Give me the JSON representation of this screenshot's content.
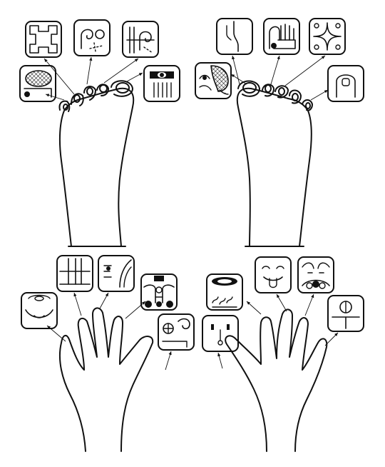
{
  "figure": {
    "background": "#ffffff",
    "stroke_color": "#111111",
    "description_free": true,
    "limbs": [
      {
        "id": "left-foot",
        "kind": "foot",
        "glyph_count": 5
      },
      {
        "id": "right-foot",
        "kind": "foot",
        "glyph_count": 5
      },
      {
        "id": "left-hand",
        "kind": "hand",
        "glyph_count": 5
      },
      {
        "id": "right-hand",
        "kind": "hand",
        "glyph_count": 5
      }
    ],
    "glyph_icons": [
      "pinwheel-glyph-icon",
      "spiral-dots-glyph-icon",
      "pillar-spiral-glyph-icon",
      "mesh-oval-glyph-icon",
      "eye-bars-glyph-icon",
      "split-curve-glyph-icon",
      "hand-spiral-glyph-icon",
      "star-diamond-glyph-icon",
      "mesh-face-glyph-icon",
      "arch-glyph-icon",
      "smile-face-glyph-icon",
      "vertical-bars-glyph-icon",
      "profile-face-glyph-icon",
      "mask-face-glyph-icon",
      "circle-scroll-glyph-icon",
      "bowl-steam-glyph-icon",
      "tongue-face-glyph-icon",
      "eyes-knot-glyph-icon",
      "long-face-glyph-icon",
      "circle-pillar-glyph-icon"
    ]
  }
}
